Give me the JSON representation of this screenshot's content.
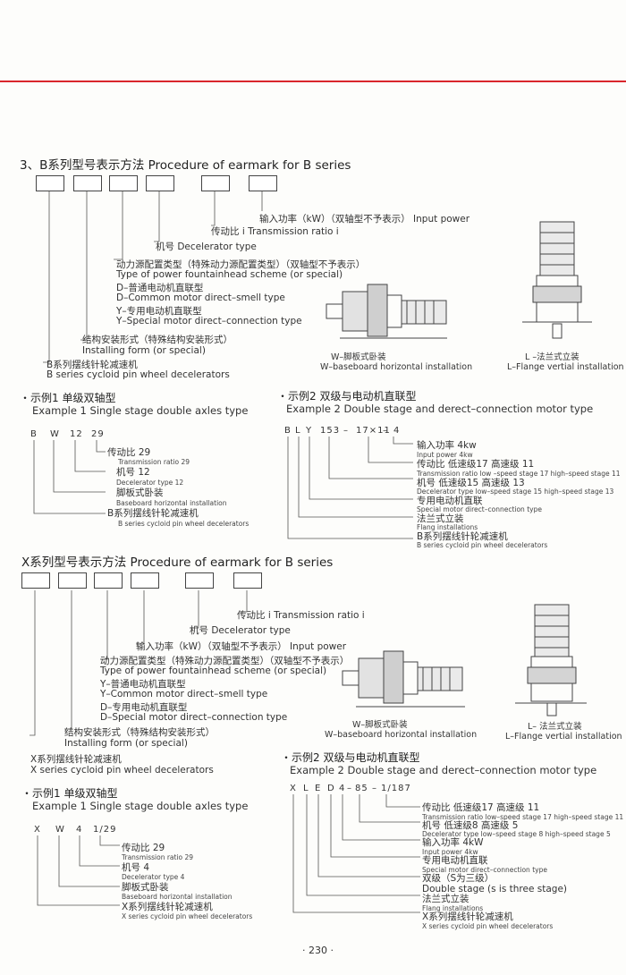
{
  "b_section": {
    "title": "3、B系列型号表示方法   Procedure of earmark for B series",
    "labels": {
      "input_power": "输入功率（kW）（双轴型不予表示） Input power",
      "ratio": "传动比  i    Transmission ratio i",
      "frame": "机号   Decelerator type",
      "drive_cn": "动力源配置类型（特殊动力源配置类型）（双轴型不予表示）",
      "drive_en": "Type of power fountainhead scheme (or special)",
      "d_cn": "D–普通电动机直联型",
      "d_en": "D–Common motor direct–smell type",
      "y_cn": "Y–专用电动机直联型",
      "y_en": "Y–Special motor direct–connection type",
      "install_cn": "结构安装形式（特殊结构安装形式）",
      "install_en": "Installing form (or special)",
      "series_cn": "B系列摆线针轮减速机",
      "series_en": "B series cycloid pin wheel decelerators"
    },
    "cap_w_cn": "W–脚板式卧装",
    "cap_w_en": "W–baseboard horizontal installation",
    "cap_l_cn": "L –法兰式立装",
    "cap_l_en": "L–Flange vertial installation",
    "ex1": {
      "title": "・示例1  单级双轴型",
      "sub": "Example 1 Single stage double axles type",
      "code": [
        "B",
        "W",
        "12",
        "29"
      ],
      "ratio_cn": "传动比 29",
      "ratio_en": "Transmission ratio 29",
      "frame_cn": "机号  12",
      "frame_en": "Decelerator type 12",
      "mount_cn": "脚板式卧装",
      "mount_en": "Baseboard horizontal installation",
      "series_cn": "B系列摆线针轮减速机",
      "series_en": "B series cycloid pin wheel decelerators"
    },
    "ex2": {
      "title": "・示例2  双级与电动机直联型",
      "sub": "Example 2 Double stage and derect–connection motor type",
      "code": [
        "B",
        "L",
        "Y",
        "153",
        "–",
        "17×11",
        "–",
        "4"
      ],
      "power_cn": "输入功率  4kw",
      "power_en": "Input power 4kw",
      "ratio_cn": "传动比  低速级17  高速级 11",
      "ratio_en": "Transmission ratio low –speed stage 17 high–speed stage  11",
      "frame_cn": "机号      低速级15  高速级 13",
      "frame_en": "Decelerator type  low–speed stage 15 high–speed stage 13",
      "motor_cn": "专用电动机直联",
      "motor_en": "Special motor direct–connection type",
      "flange_cn": "法兰式立装",
      "flange_en": "Flang installations",
      "series_cn": "B系列摆线针轮减速机",
      "series_en": "B series cycloid pin wheel decelerators"
    }
  },
  "x_section": {
    "title": "X系列型号表示方法   Procedure of earmark for B series",
    "labels": {
      "ratio": "传动比  i    Transmission ratio i",
      "frame": "机号   Decelerator type",
      "input_power": "输入功率（kW）（双轴型不予表示）  Input power",
      "drive_cn": "动力源配置类型（特殊动力源配置类型）（双轴型不予表示）",
      "drive_en": "Type of power fountainhead scheme (or special)",
      "y_cn": "Y–普通电动机直联型",
      "y_en": "Y–Common motor direct–smell type",
      "d_cn": "D–专用电动机直联型",
      "d_en": "D–Special motor direct–connection type",
      "install_cn": "结构安装形式（特殊结构安装形式）",
      "install_en": "Installing form (or special)",
      "series_cn": "X系列摆线针轮减速机",
      "series_en": "X series cycloid pin wheel decelerators"
    },
    "cap_w_cn": "W–脚板式卧装",
    "cap_w_en": "W–baseboard horizontal installation",
    "cap_l_cn": "L– 法兰式立装",
    "cap_l_en": "L–Flange vertial installation",
    "ex1": {
      "title": "・示例1  单级双轴型",
      "sub": "Example 1 Single stage double axles type",
      "code": [
        "X",
        "W",
        "4",
        "1/29"
      ],
      "ratio_cn": "传动比 29",
      "ratio_en": "Transmission ratio 29",
      "frame_cn": "机号  4",
      "frame_en": "Decelerator type 4",
      "mount_cn": "脚板式卧装",
      "mount_en": "Baseboard horizontal installation",
      "series_cn": "X系列摆线针轮减速机",
      "series_en": "X series cycloid pin wheel decelerators"
    },
    "ex2": {
      "title": "・示例2  双级与电动机直联型",
      "sub": "Example 2 Double stage and derect–connection motor type",
      "code": [
        "X",
        "L",
        "E",
        "D",
        "4",
        "–",
        "85",
        "–",
        "1/187"
      ],
      "ratio_cn": "传动比  低速级17  高速级 11",
      "ratio_en": "Transmission ratio low–speed stage 17 high–speed stage  11",
      "frame_cn": "机号    低速级8  高速级 5",
      "frame_en": "Decelerator type  low–speed stage 8 high–speed stage 5",
      "power_cn": "输入功率  4kW",
      "power_en": "Input power 4kw",
      "motor_cn": "专用电动机直联",
      "motor_en": "Special motor direct–connection type",
      "stage_cn": "双级（S为三级）",
      "stage_en": "Double stage (s is three stage)",
      "flange_cn": "法兰式立装",
      "flange_en": "Flang installations",
      "series_cn": "X系列摆线针轮减速机",
      "series_en": "X series cycloid pin wheel decelerators"
    }
  },
  "page_number": "· 230 ·"
}
